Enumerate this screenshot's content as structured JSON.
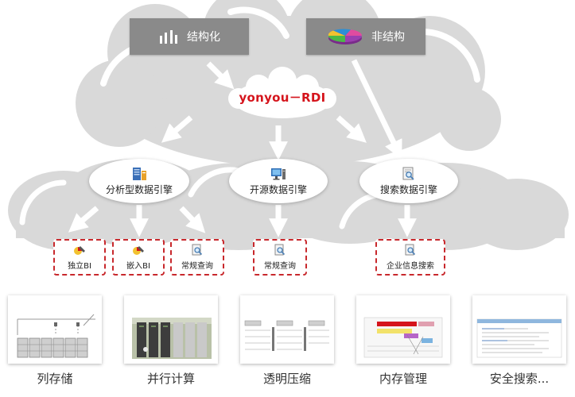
{
  "sources": {
    "structured": {
      "label": "结构化",
      "icon": "bars-icon"
    },
    "unstructured": {
      "label": "非结构",
      "icon": "pie-chart-icon"
    }
  },
  "brand": "yonyou－RDI",
  "engines": {
    "analytic": {
      "label": "分析型数据引擎",
      "icon": "database-server-icon"
    },
    "open_source": {
      "label": "开源数据引擎",
      "icon": "computer-icon"
    },
    "search": {
      "label": "搜索数据引擎",
      "icon": "search-document-icon"
    }
  },
  "apps": {
    "standalone_bi": "独立BI",
    "embedded_bi": "嵌入BI",
    "query_1": "常规查询",
    "query_2": "常规查询",
    "enterprise_search": "企业信息搜索"
  },
  "features": [
    {
      "label": "列存储"
    },
    {
      "label": "并行计算"
    },
    {
      "label": "透明压缩"
    },
    {
      "label": "内存管理"
    },
    {
      "label": "安全搜索..."
    }
  ],
  "colors": {
    "cloud": "#d9d9d9",
    "arrow": "#ffffff",
    "source_box": "#8a8a8a",
    "brand": "#d5141c",
    "dashed_border": "#c8282c"
  }
}
